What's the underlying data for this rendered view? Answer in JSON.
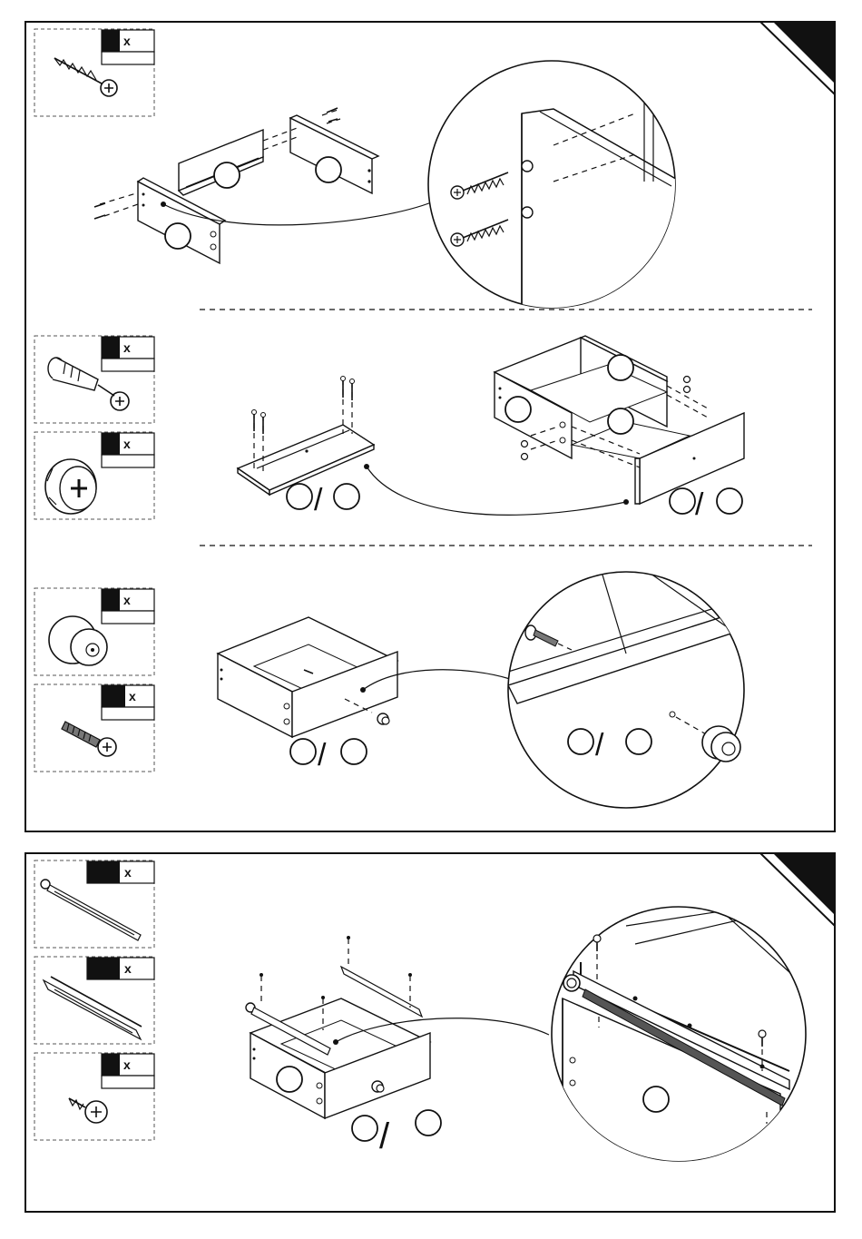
{
  "step1": {
    "parts": [
      {
        "icon": "wood-screw-icon",
        "qty_prefix": "x"
      }
    ]
  },
  "step2": {
    "parts": [
      {
        "icon": "cam-bolt-icon",
        "qty_prefix": "x"
      },
      {
        "icon": "cam-lock-icon",
        "qty_prefix": "x"
      }
    ]
  },
  "step3": {
    "parts": [
      {
        "icon": "knob-icon",
        "qty_prefix": "x"
      },
      {
        "icon": "machine-screw-icon",
        "qty_prefix": "x"
      }
    ]
  },
  "step4": {
    "parts": [
      {
        "icon": "drawer-slide-rail-icon",
        "qty_prefix": "x"
      },
      {
        "icon": "cabinet-slide-rail-icon",
        "qty_prefix": "x"
      },
      {
        "icon": "short-screw-icon",
        "qty_prefix": "x"
      }
    ]
  },
  "separator": "/",
  "colors": {
    "ink": "#111111",
    "background": "#ffffff"
  }
}
